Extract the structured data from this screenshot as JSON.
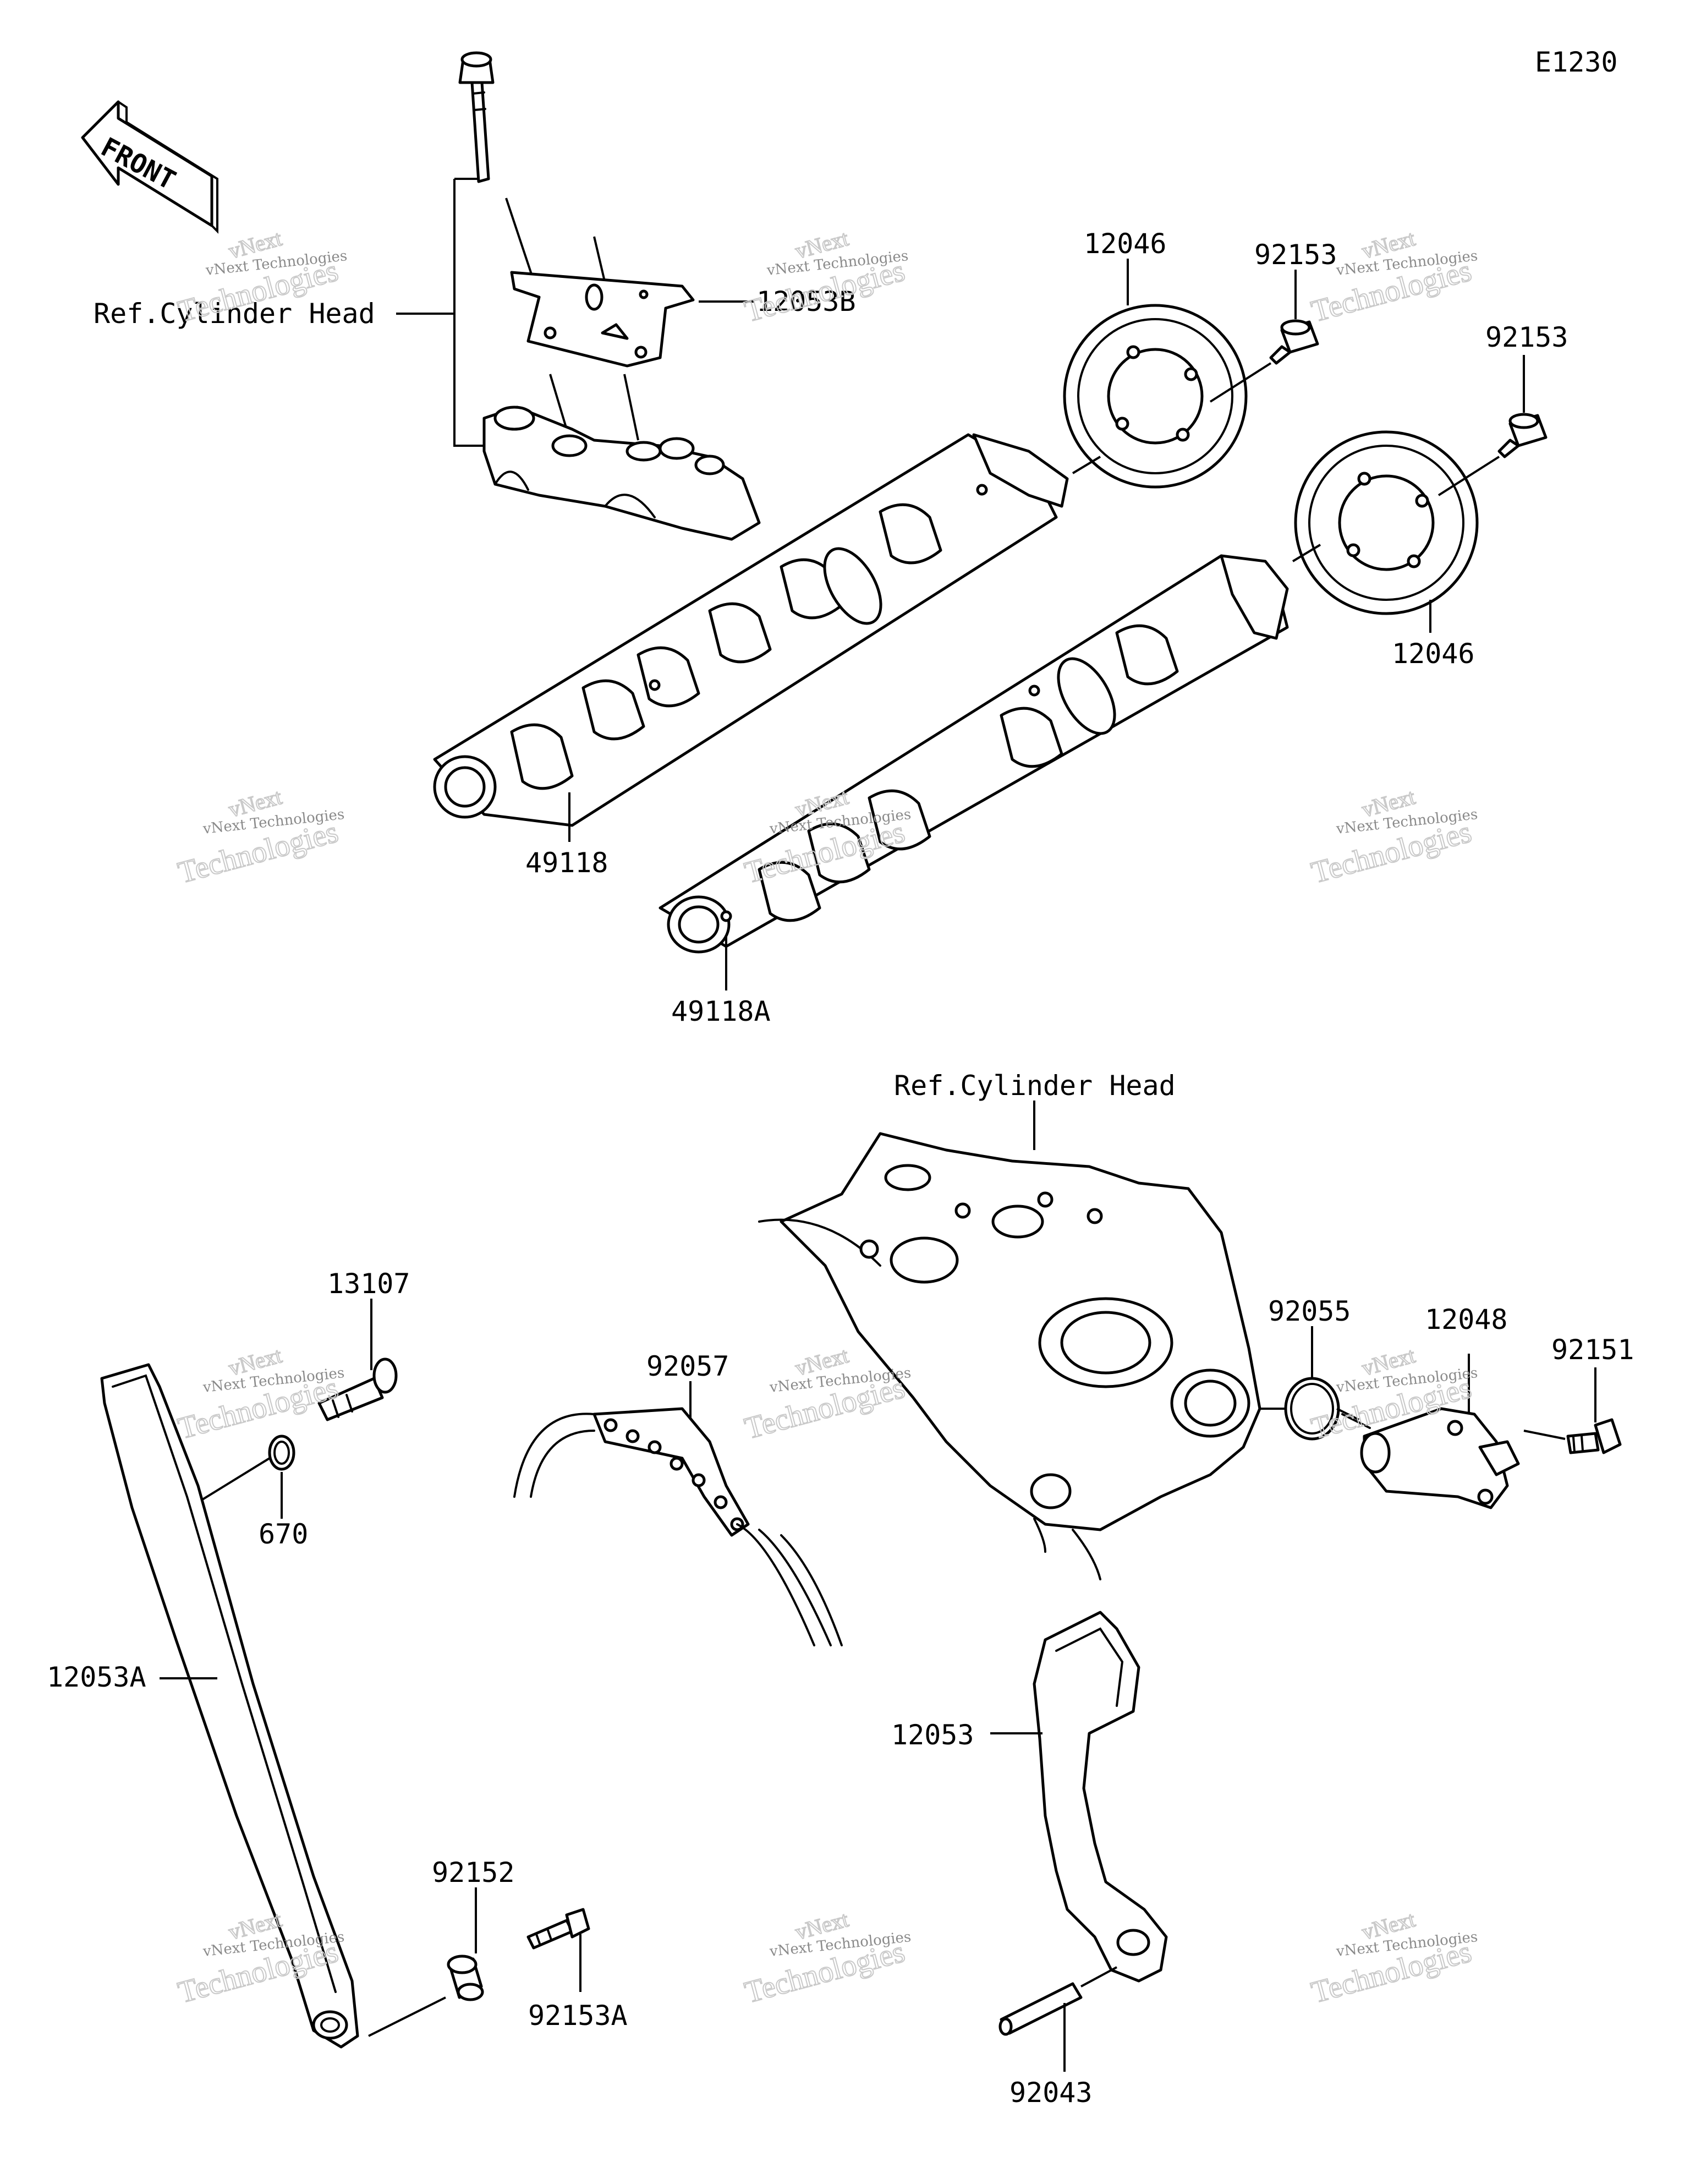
{
  "diagram_code": "E1230",
  "front_label": "FRONT",
  "watermark": {
    "small": "vNext Technologies",
    "brand_top": "vNext",
    "brand_bottom": "Technologies"
  },
  "labels": {
    "ref_cyl_head_top": "Ref.Cylinder Head",
    "ref_cyl_head_mid": "Ref.Cylinder Head",
    "p12053B": "12053B",
    "p12046_top": "12046",
    "p92153_a": "92153",
    "p92153_b": "92153",
    "p12046_bottom": "12046",
    "p49118": "49118",
    "p49118A": "49118A",
    "p13107": "13107",
    "p670": "670",
    "p92057": "92057",
    "p92055": "92055",
    "p12048": "12048",
    "p92151": "92151",
    "p12053A": "12053A",
    "p12053": "12053",
    "p92152": "92152",
    "p92153A": "92153A",
    "p92043": "92043"
  }
}
